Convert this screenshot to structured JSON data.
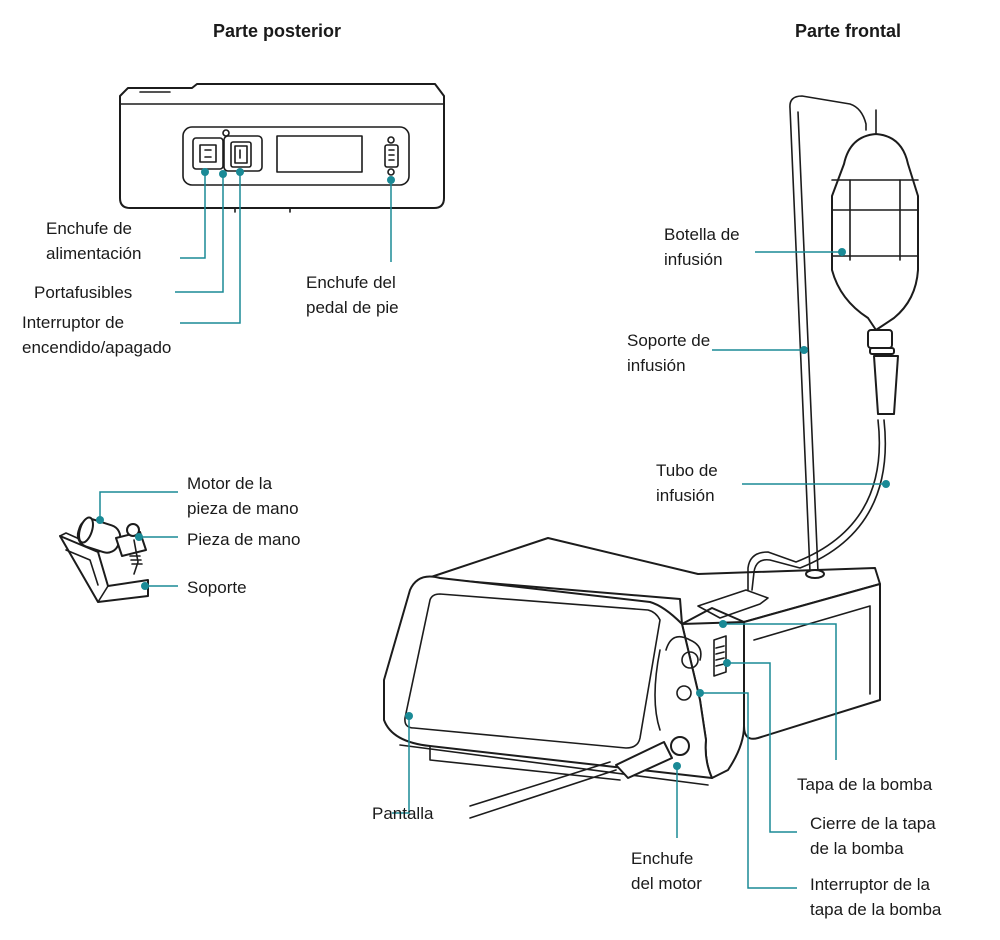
{
  "headings": {
    "rear": "Parte posterior",
    "front": "Parte frontal"
  },
  "accent_color": "#1a8a96",
  "labels": {
    "power_socket": [
      "Enchufe de",
      "alimentación"
    ],
    "fuse_holder": [
      "Portafusibles"
    ],
    "power_switch": [
      "Interruptor de",
      "encendido/apagado"
    ],
    "foot_pedal_socket": [
      "Enchufe del",
      "pedal de pie"
    ],
    "infusion_bottle": [
      "Botella de",
      "infusión"
    ],
    "infusion_stand": [
      "Soporte de",
      "infusión"
    ],
    "infusion_tube": [
      "Tubo de",
      "infusión"
    ],
    "handpiece_motor": [
      "Motor de la",
      "pieza de mano"
    ],
    "handpiece": [
      "Pieza de mano"
    ],
    "holder": [
      "Soporte"
    ],
    "display": [
      "Pantalla"
    ],
    "motor_socket": [
      "Enchufe",
      "del motor"
    ],
    "pump_cover": [
      "Tapa de la bomba"
    ],
    "pump_cover_lock": [
      "Cierre de la tapa",
      "de la bomba"
    ],
    "pump_cover_switch": [
      "Interruptor de la",
      "tapa de la bomba"
    ]
  }
}
